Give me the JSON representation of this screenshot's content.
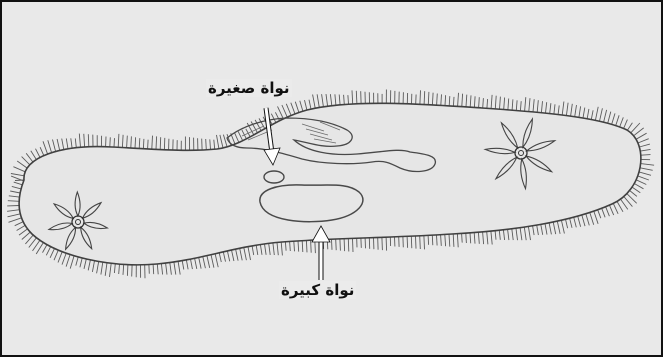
{
  "diagram": {
    "subject": "paramecium",
    "labels": {
      "micronucleus": "نواة صغيرة",
      "macronucleus": "نواة كبيرة"
    },
    "colors": {
      "paper": "#e9e9e9",
      "ink": "#4a4a4a",
      "arrow": "#ffffff",
      "border": "#111111"
    }
  }
}
